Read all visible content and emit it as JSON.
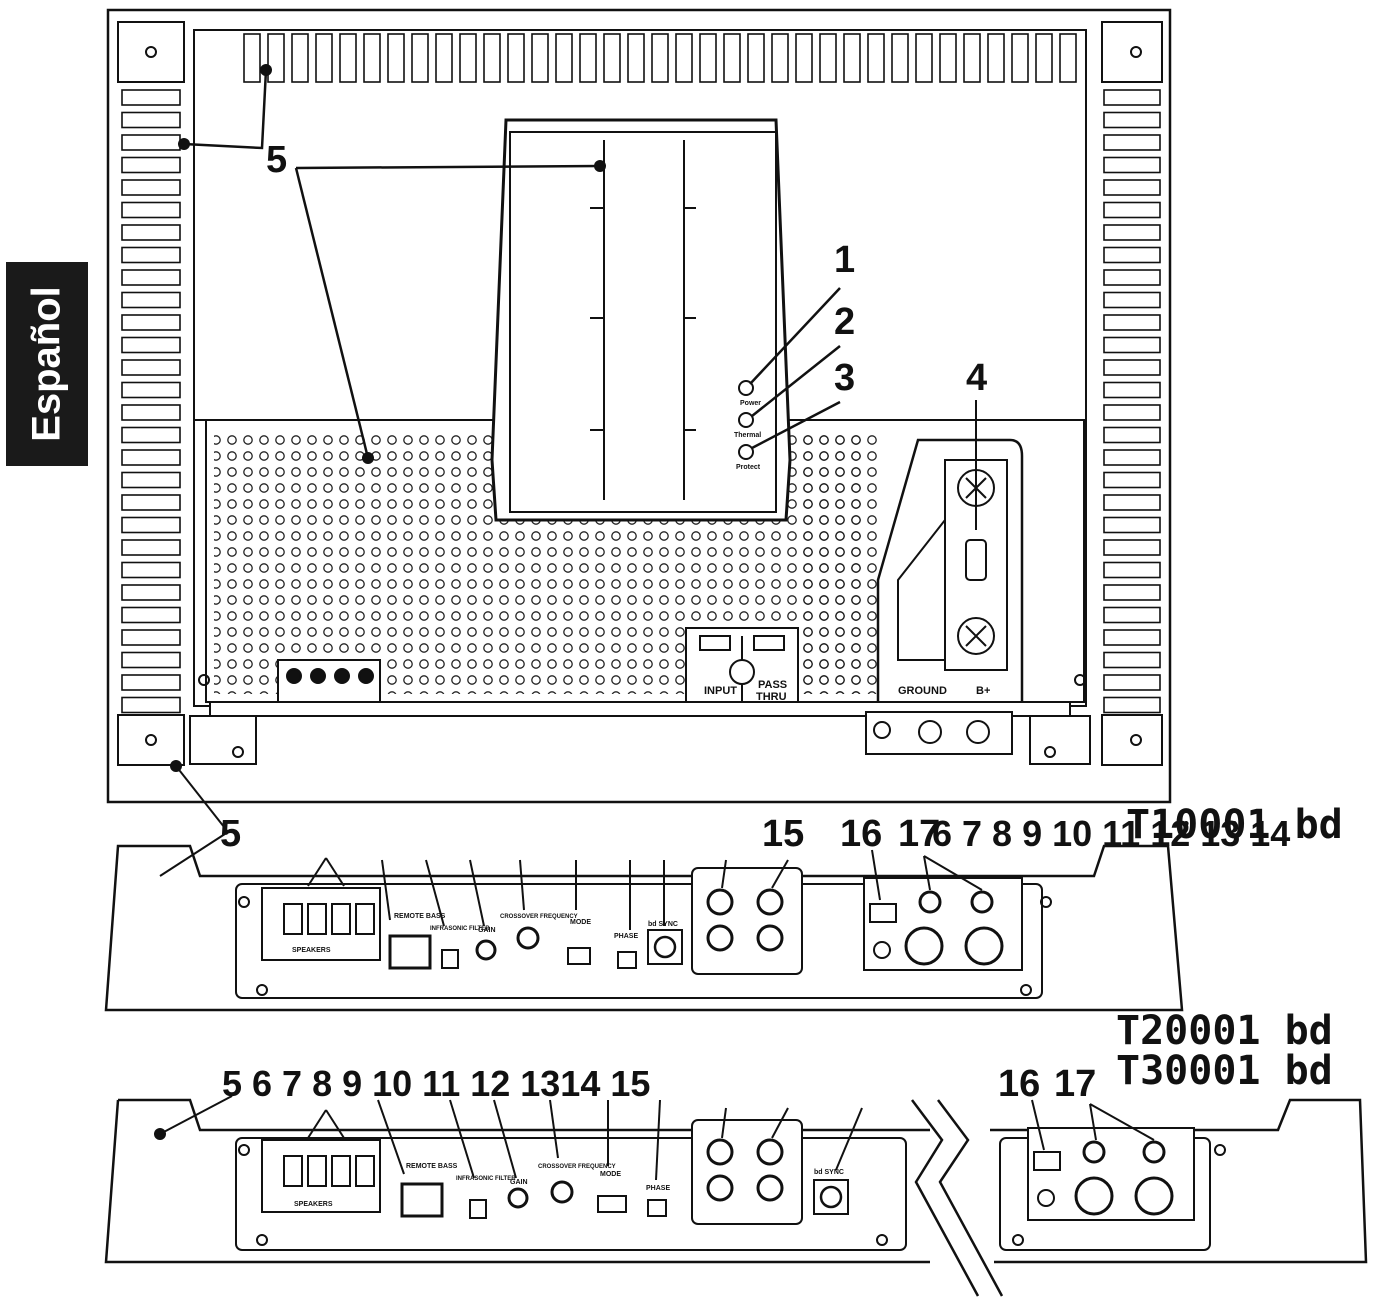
{
  "language_tab": "Español",
  "models": {
    "top": "T10001 bd",
    "bottom_line1": "T20001 bd",
    "bottom_line2": "T30001 bd"
  },
  "main_view": {
    "callouts": [
      "1",
      "2",
      "3",
      "4",
      "5",
      "5"
    ],
    "led_labels": [
      "Power",
      "Thermal",
      "Protect"
    ],
    "power_labels": [
      "GROUND",
      "B+"
    ],
    "speaker_io_labels": [
      "INPUT",
      "PASS",
      "THRU"
    ]
  },
  "t10001_panel": {
    "callouts_left": "5",
    "callouts_line": "6 7 8 9 10 11 12 13 14",
    "callout_15": "15",
    "callout_16": "16",
    "callout_17": "17",
    "controls": [
      "SPEAKERS",
      "REMOTE BASS",
      "INFRASONIC FILTER",
      "GAIN",
      "CROSSOVER FREQUENCY",
      "MODE",
      "PHASE",
      "bd SYNC"
    ]
  },
  "t20001_panel": {
    "callouts_line": "5 6 7 8 9 10 11 12 1314 15",
    "callout_16": "16",
    "callout_17": "17",
    "controls": [
      "SPEAKERS",
      "REMOTE BASS",
      "INFRASONIC FILTER",
      "GAIN",
      "CROSSOVER FREQUENCY",
      "MODE",
      "PHASE",
      "bd SYNC"
    ]
  }
}
